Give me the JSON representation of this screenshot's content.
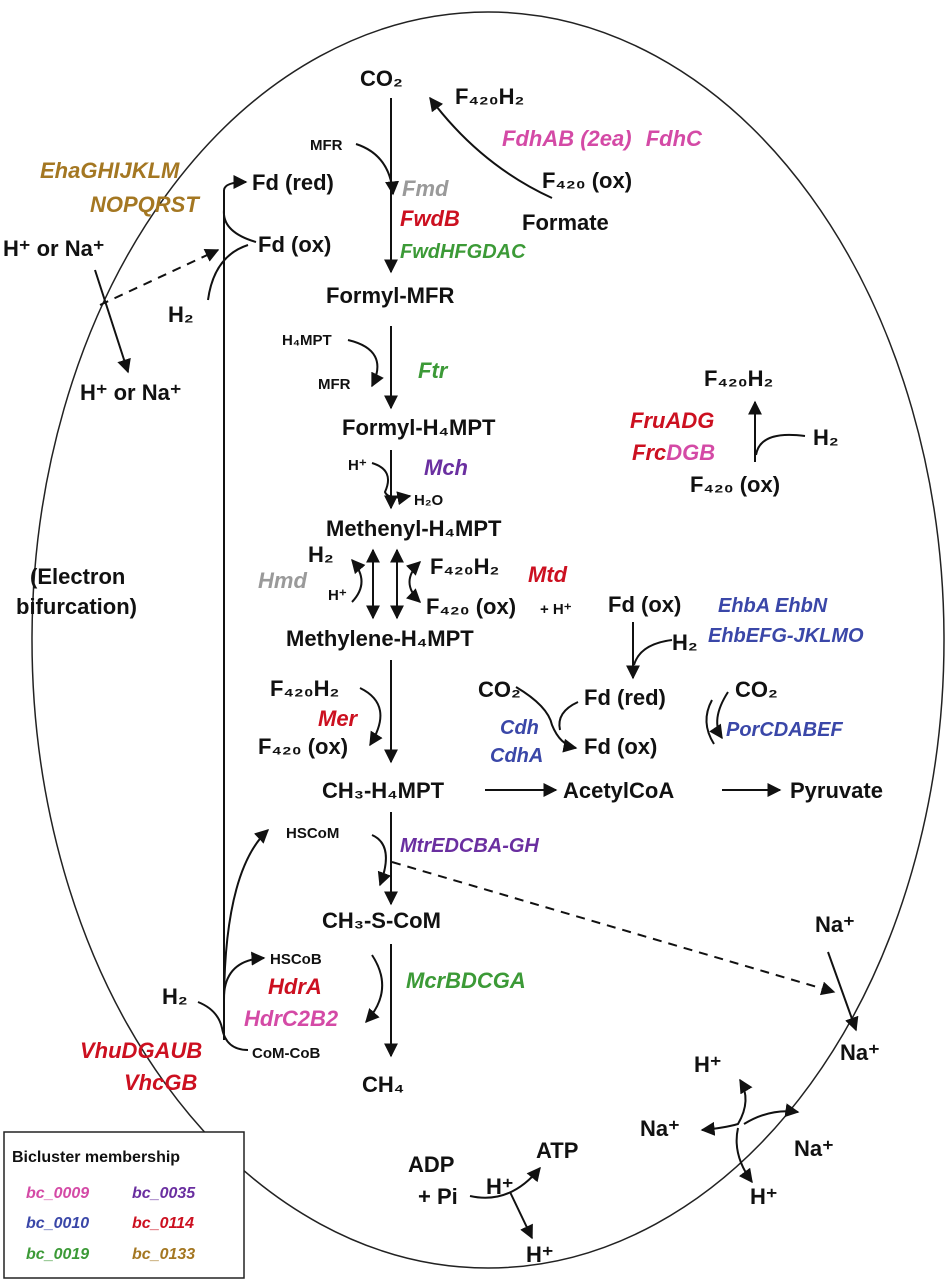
{
  "colors": {
    "bc_0009": "#d44aa6",
    "bc_0010": "#3a47a8",
    "bc_0019": "#3c9a37",
    "bc_0035": "#6a2fa0",
    "bc_0114": "#cc1020",
    "bc_0133": "#a47722",
    "grey": "#9a9a9a"
  },
  "compounds": {
    "co2_top": "CO₂",
    "formyl_mfr": "Formyl-MFR",
    "formyl_h4mpt": "Formyl-H₄MPT",
    "methenyl_h4mpt": "Methenyl-H₄MPT",
    "methylene_h4mpt": "Methylene-H₄MPT",
    "ch3_h4mpt": "CH₃-H₄MPT",
    "ch3_s_com": "CH₃-S-CoM",
    "ch4": "CH₄",
    "f420h2_top": "F₄₂₀H₂",
    "f420ox_top": "F₄₂₀ (ox)",
    "formate": "Formate",
    "mfr_in": "MFR",
    "fd_red_top": "Fd (red)",
    "fd_ox_top": "Fd (ox)",
    "h2_left": "H₂",
    "ion_left_top": "H⁺ or Na⁺",
    "ion_left_bottom": "H⁺ or Na⁺",
    "h4mpt_in": "H₄MPT",
    "mfr_out": "MFR",
    "h_plus_mch": "H⁺",
    "h2o": "H₂O",
    "h2_hmd": "H₂",
    "h_plus_hmd": "H⁺",
    "f420h2_mtd": "F₄₂₀H₂",
    "f420ox_mtd": "F₄₂₀ (ox)",
    "h_plus_mtd": "+ H⁺",
    "electron_bifurcation_1": "(Electron",
    "electron_bifurcation_2": "bifurcation)",
    "f420h2_fru": "F₄₂₀H₂",
    "h2_fru": "H₂",
    "f420ox_fru": "F₄₂₀ (ox)",
    "fd_ox_ehb": "Fd (ox)",
    "h2_ehb": "H₂",
    "fd_red_mid": "Fd (red)",
    "fd_ox_mid": "Fd (ox)",
    "co2_cdh": "CO₂",
    "co2_por": "CO₂",
    "acetylcoa": "AcetylCoA",
    "pyruvate": "Pyruvate",
    "f420h2_mer": "F₄₂₀H₂",
    "f420ox_mer": "F₄₂₀ (ox)",
    "hscom": "HSCoM",
    "hscob": "HSCoB",
    "com_cob": "CoM-CoB",
    "h2_vhu": "H₂",
    "na_right_top": "Na⁺",
    "na_right_bottom": "Na⁺",
    "h_plus_ex_top": "H⁺",
    "na_ex_left": "Na⁺",
    "na_ex_right": "Na⁺",
    "h_plus_ex_bottom": "H⁺",
    "adp": "ADP",
    "pi": "+ Pi",
    "atp": "ATP",
    "h_plus_atp_top": "H⁺",
    "h_plus_atp_bottom": "H⁺"
  },
  "enzymes": {
    "fdh_1": "FdhAB (2ea)",
    "fdh_2": "FdhC",
    "fmd": "Fmd",
    "fwdb": "FwdB",
    "fwd_hfgdac": "FwdHFGDAC",
    "eha_1": "EhaGHIJKLM",
    "eha_2": "NOPQRST",
    "ftr": "Ftr",
    "mch": "Mch",
    "hmd": "Hmd",
    "mtd": "Mtd",
    "fru": "FruADG",
    "frc_1": "Frc",
    "frc_2": "DGB",
    "ehb_1": "EhbA EhbN",
    "ehb_2": "EhbEFG-JKLMO",
    "cdh": "Cdh",
    "cdha": "CdhA",
    "por": "PorCDABEF",
    "mer": "Mer",
    "mtr": "MtrEDCBA-GH",
    "mcr_1": "Mcr",
    "mcr_2": "BDCGA",
    "hdra": "HdrA",
    "hdrc2b2": "HdrC2B2",
    "vhu": "VhuDGAUB",
    "vhc": "VhcGB"
  },
  "legend": {
    "title": "Bicluster membership",
    "items": [
      {
        "label": "bc_0009",
        "color": "#d44aa6"
      },
      {
        "label": "bc_0035",
        "color": "#6a2fa0"
      },
      {
        "label": "bc_0010",
        "color": "#3a47a8"
      },
      {
        "label": "bc_0114",
        "color": "#cc1020"
      },
      {
        "label": "bc_0019",
        "color": "#3c9a37"
      },
      {
        "label": "bc_0133",
        "color": "#a47722"
      }
    ]
  }
}
